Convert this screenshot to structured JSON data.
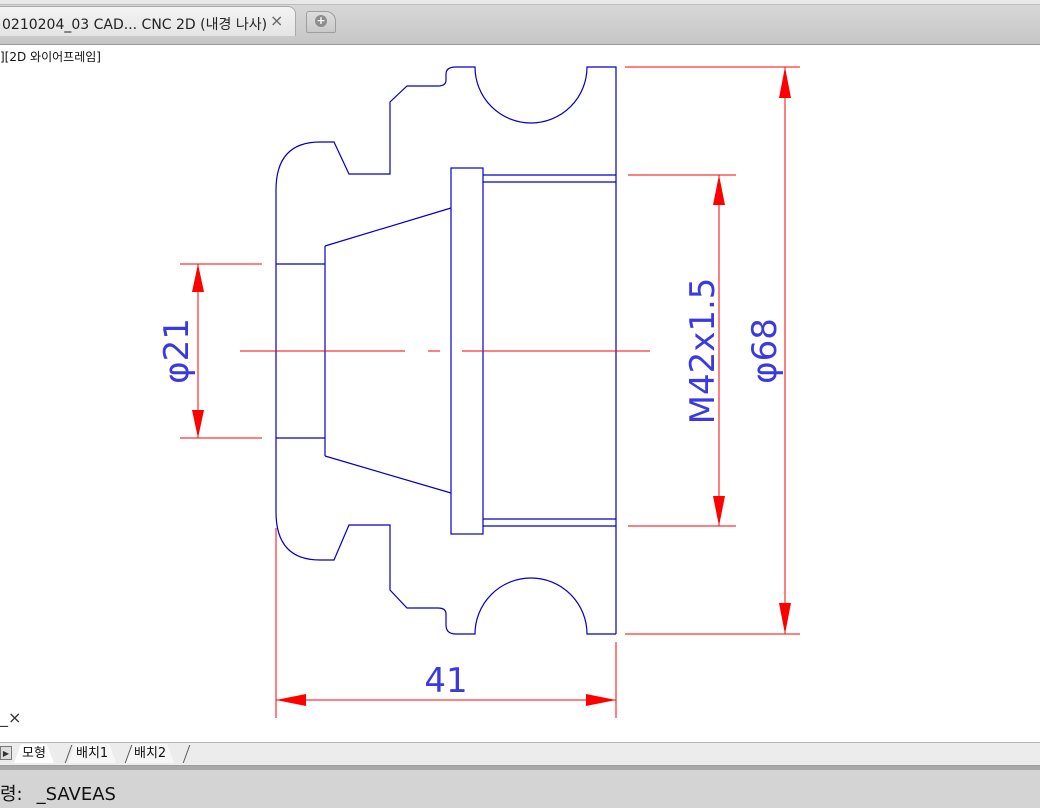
{
  "tab": {
    "title": "0210204_03 CAD... CNC 2D (내경 나사)",
    "close_glyph": "×",
    "new_glyph": "+"
  },
  "viewport": {
    "label": "][2D 와이어프레임]"
  },
  "drawing": {
    "dimensions": [
      "φ21",
      "M42x1.5",
      "φ68",
      "41"
    ],
    "colors": {
      "geometry": "#0000c8",
      "dimension": "#ff0000",
      "text": "#3a3ae0"
    }
  },
  "ucs": {
    "glyph": "_×"
  },
  "layout_tabs": {
    "items": [
      "모형",
      "배치1",
      "배치2"
    ]
  },
  "command": {
    "prompt": "령:",
    "value": "_SAVEAS"
  }
}
